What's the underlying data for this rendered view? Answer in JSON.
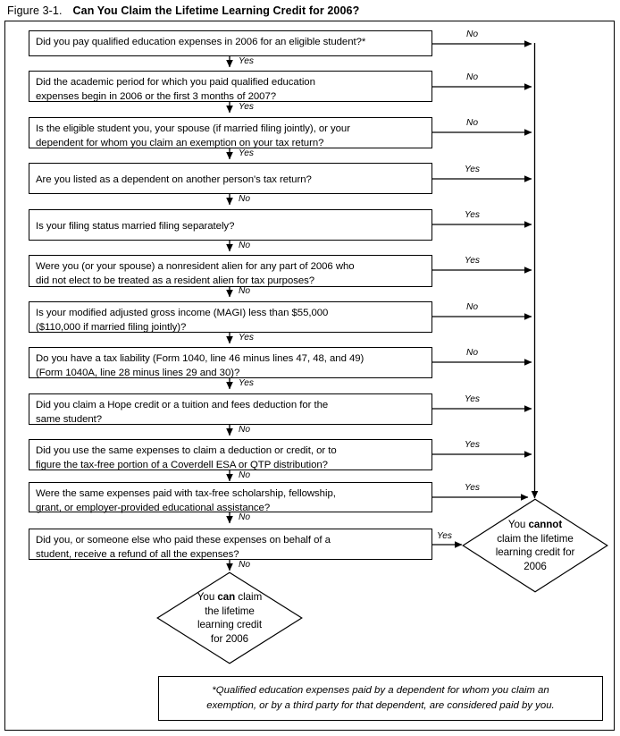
{
  "figure": {
    "label": "Figure 3-1.",
    "title": "Can You Claim the Lifetime Learning Credit for 2006?"
  },
  "chart_data": {
    "type": "diagram",
    "title": "Can You Claim the Lifetime Learning Credit for 2006?",
    "layout": "vertical decision flowchart with right-hand exit spine",
    "terminals": [
      "You can claim the lifetime learning credit for 2006",
      "You cannot claim the lifetime learning credit for 2006"
    ]
  },
  "boxes": [
    {
      "id": "q1",
      "lines": [
        "Did you pay qualified education expenses in 2006 for an eligible student?*"
      ],
      "down_label": "Yes",
      "side_label": "No"
    },
    {
      "id": "q2",
      "lines": [
        "Did the academic period for which you paid qualified education",
        "expenses begin in 2006 or the first 3 months of 2007?"
      ],
      "down_label": "Yes",
      "side_label": "No"
    },
    {
      "id": "q3",
      "lines": [
        "Is the eligible student you, your spouse (if married filing jointly), or your",
        "dependent for whom you claim an exemption on your tax return?"
      ],
      "down_label": "Yes",
      "side_label": "No"
    },
    {
      "id": "q4",
      "lines": [
        "Are you listed as a dependent on another person's tax return?"
      ],
      "down_label": "No",
      "side_label": "Yes"
    },
    {
      "id": "q5",
      "lines": [
        "Is your filing status married filing separately?"
      ],
      "down_label": "No",
      "side_label": "Yes"
    },
    {
      "id": "q6",
      "lines": [
        "Were you (or your spouse) a nonresident alien for any part of 2006 who",
        "did not elect to be treated as a resident alien for tax purposes?"
      ],
      "down_label": "No",
      "side_label": "Yes"
    },
    {
      "id": "q7",
      "lines": [
        "Is your modified adjusted gross income (MAGI) less than $55,000",
        "($110,000 if married filing jointly)?"
      ],
      "down_label": "Yes",
      "side_label": "No"
    },
    {
      "id": "q8",
      "lines": [
        "Do you have a tax liability (Form 1040, line 46 minus lines 47, 48, and 49)",
        "(Form 1040A, line 28 minus lines 29 and 30)?"
      ],
      "down_label": "Yes",
      "side_label": "No"
    },
    {
      "id": "q9",
      "lines": [
        "Did you claim a Hope credit or a tuition and fees deduction for the",
        "same student?"
      ],
      "down_label": "No",
      "side_label": "Yes"
    },
    {
      "id": "q10",
      "lines": [
        "Did you use the same expenses to claim a deduction or credit, or to",
        "figure the tax-free portion of a Coverdell ESA or QTP distribution?"
      ],
      "down_label": "No",
      "side_label": "Yes"
    },
    {
      "id": "q11",
      "lines": [
        "Were the same expenses paid with tax-free scholarship, fellowship,",
        "grant, or employer-provided educational assistance?"
      ],
      "down_label": "No",
      "side_label": "Yes"
    },
    {
      "id": "q12",
      "lines": [
        "Did you, or someone else who paid these expenses on behalf of a",
        "student, receive a refund of all the expenses?"
      ],
      "down_label": "No",
      "side_label": "Yes"
    }
  ],
  "outcomes": {
    "can": {
      "lines": [
        "You <b>can</b> claim",
        "the lifetime",
        "learning credit",
        "for 2006"
      ],
      "plain": "You can claim the lifetime learning credit for 2006"
    },
    "cannot": {
      "lines": [
        "You <b>cannot</b>",
        "claim the lifetime",
        "learning credit for",
        "2006"
      ],
      "plain": "You cannot claim the lifetime learning credit for 2006"
    }
  },
  "footnote": {
    "lines": [
      "*Qualified education expenses paid by a dependent for whom you claim an",
      "exemption, or by a third party for that dependent, are considered paid by you."
    ]
  },
  "colors": {
    "ink": "#000000",
    "paper": "#ffffff"
  }
}
